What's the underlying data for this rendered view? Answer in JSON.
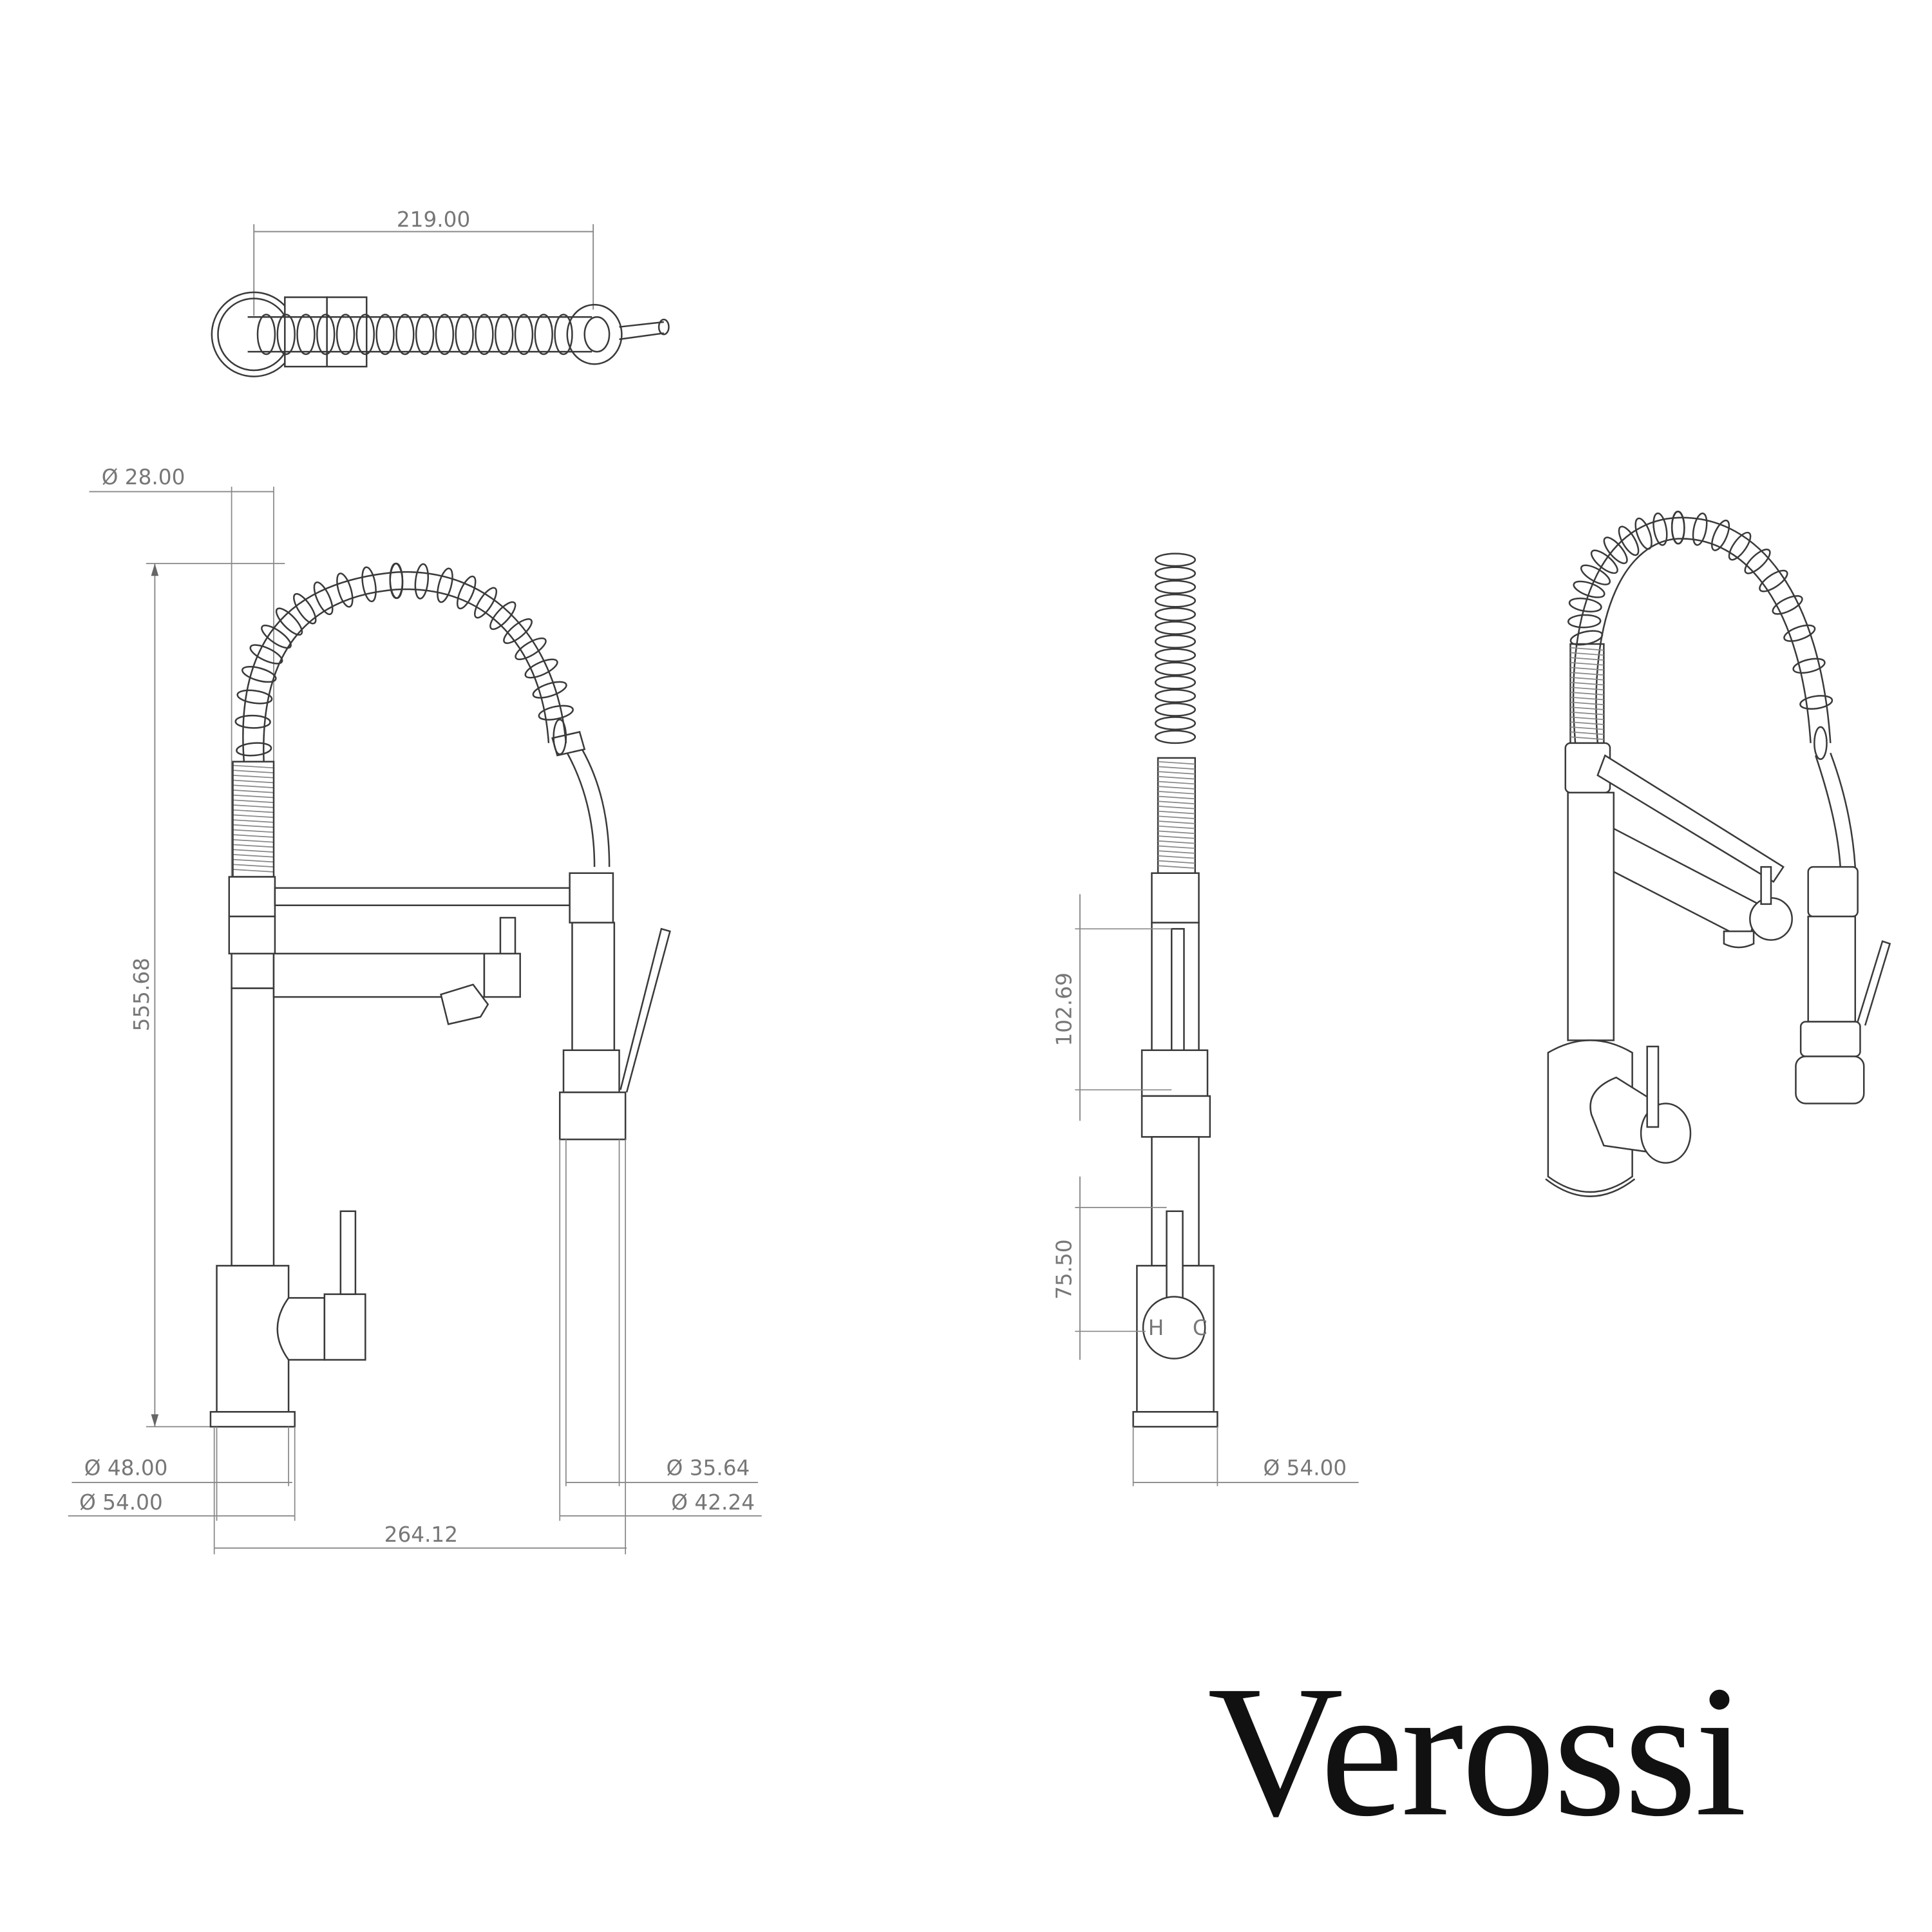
{
  "top_view": {
    "width_dim": "219.00"
  },
  "front_view": {
    "pole_diameter": "Ø 28.00",
    "height": "555.68",
    "base_inner_diameter": "Ø 48.00",
    "base_outer_diameter": "Ø 54.00",
    "sprayer_inner_diameter": "Ø 35.64",
    "sprayer_outer_diameter": "Ø 42.24",
    "overall_width": "264.12"
  },
  "side_view": {
    "sprayer_holder_height": "102.69",
    "handle_height": "75.50",
    "base_diameter": "Ø 54.00",
    "handle_marks": [
      "H",
      "C"
    ]
  },
  "brand": {
    "logo_text": "Verossi"
  },
  "colors": {
    "line": "#3a3a3a",
    "dimension": "#8a8a8a",
    "logo": "#111111"
  }
}
